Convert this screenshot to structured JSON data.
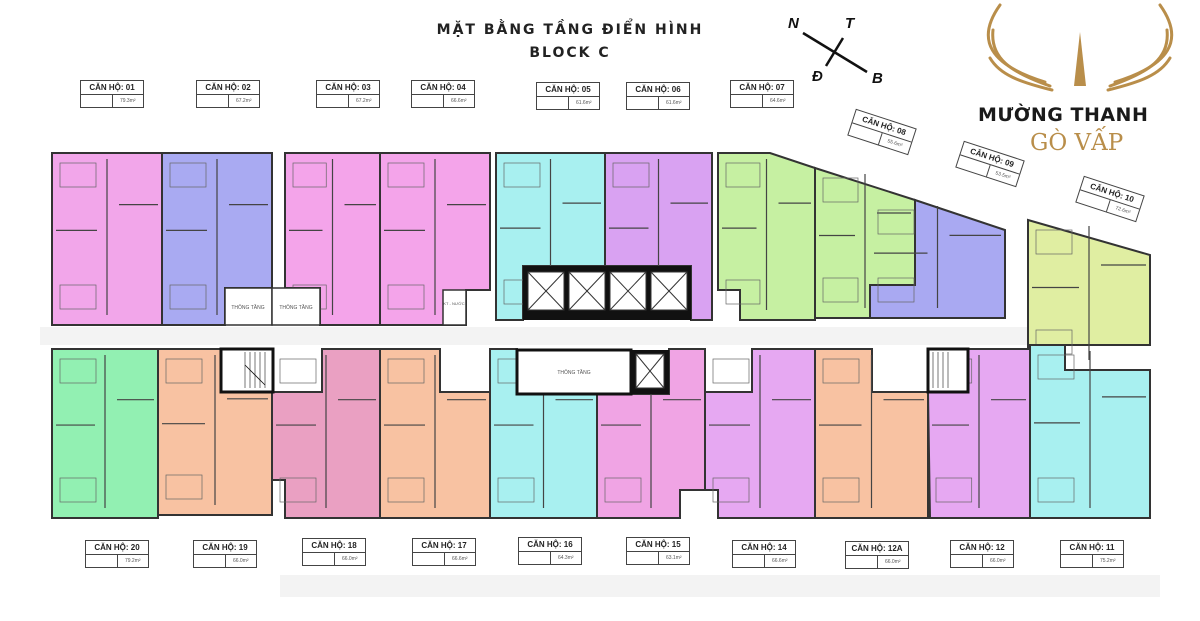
{
  "title": {
    "line1": "MẶT BẰNG TẦNG ĐIỂN HÌNH",
    "line2": "BLOCK C"
  },
  "compass": {
    "n": "N",
    "t": "T",
    "d": "Đ",
    "b": "B"
  },
  "brand": {
    "name": "MƯỜNG THANH",
    "location": "GÒ VẤP",
    "color": "#b98e4a"
  },
  "rooms": {
    "thong_tang": "THÔNG TẦNG",
    "kt_nuoc": "KT - NƯỚC"
  },
  "units": [
    {
      "label": "CĂN HỘ: 01",
      "area": "79.3m²",
      "color": "#f2a6ea"
    },
    {
      "label": "CĂN HỘ: 02",
      "area": "67.2m²",
      "color": "#a9aaf2"
    },
    {
      "label": "CĂN HỘ: 03",
      "area": "67.2m²",
      "color": "#f4a4ea"
    },
    {
      "label": "CĂN HỘ: 04",
      "area": "66.6m²",
      "color": "#f4a4ea"
    },
    {
      "label": "CĂN HỘ: 05",
      "area": "61.6m²",
      "color": "#a8f0f0"
    },
    {
      "label": "CĂN HỘ: 06",
      "area": "61.6m²",
      "color": "#d9a2f2"
    },
    {
      "label": "CĂN HỘ: 07",
      "area": "64.6m²",
      "color": "#c6f0a2"
    },
    {
      "label": "CĂN HỘ: 08",
      "area": "55.6m²",
      "color": "#c6f0a2"
    },
    {
      "label": "CĂN HỘ: 09",
      "area": "53.5m²",
      "color": "#a9a9f2"
    },
    {
      "label": "CĂN HỘ: 10",
      "area": "72.6m²",
      "color": "#e0eea2"
    },
    {
      "label": "CĂN HỘ: 20",
      "area": "79.2m²",
      "color": "#92f0b2"
    },
    {
      "label": "CĂN HỘ: 19",
      "area": "66.0m²",
      "color": "#f8c2a2"
    },
    {
      "label": "CĂN HỘ: 18",
      "area": "66.0m²",
      "color": "#eaa0c2"
    },
    {
      "label": "CĂN HỘ: 17",
      "area": "66.6m²",
      "color": "#f8c2a2"
    },
    {
      "label": "CĂN HỘ: 16",
      "area": "64.3m²",
      "color": "#a8f0f0"
    },
    {
      "label": "CĂN HỘ: 15",
      "area": "63.1m²",
      "color": "#f0a4e4"
    },
    {
      "label": "CĂN HỘ: 14",
      "area": "66.6m²",
      "color": "#e6a8f2"
    },
    {
      "label": "CĂN HỘ: 12A",
      "area": "66.0m²",
      "color": "#f8c2a2"
    },
    {
      "label": "CĂN HỘ: 12",
      "area": "66.0m²",
      "color": "#e6a8f2"
    },
    {
      "label": "CĂN HỘ: 11",
      "area": "75.2m²",
      "color": "#a8f0f0"
    }
  ]
}
